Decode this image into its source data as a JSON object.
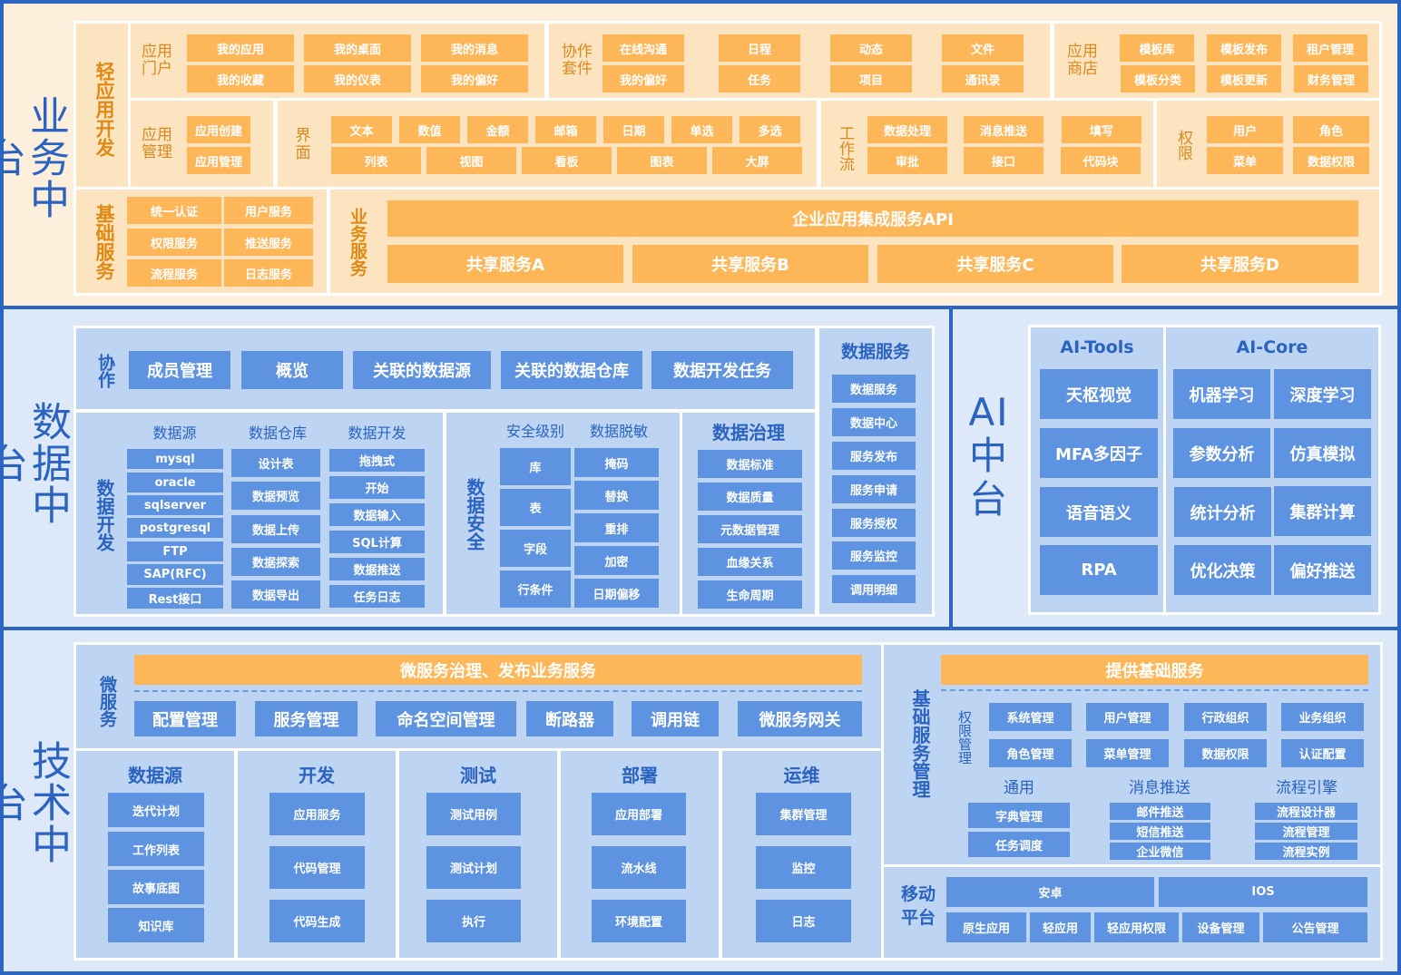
{
  "colors": {
    "frame": "#2b67c2",
    "orange_box": "#fdb658",
    "blue_box": "#5d93e0",
    "orange_bg": "#fdefdc",
    "blue_bg": "#dde8f8"
  },
  "biz": {
    "title": "业务中台",
    "light_app": {
      "title": "轻应用开发",
      "portal": {
        "label": "应用门户",
        "items": [
          "我的应用",
          "我的桌面",
          "我的消息",
          "我的收藏",
          "我的仪表",
          "我的偏好"
        ]
      },
      "collab": {
        "label": "协作套件",
        "items": [
          "在线沟通",
          "日程",
          "动态",
          "文件",
          "我的偏好",
          "任务",
          "项目",
          "通讯录"
        ]
      },
      "store": {
        "label": "应用商店",
        "items": [
          "模板库",
          "模板发布",
          "租户管理",
          "模板分类",
          "模板更新",
          "财务管理"
        ]
      },
      "manage": {
        "label": "应用管理",
        "items": [
          "应用创建",
          "应用管理"
        ]
      },
      "ui": {
        "label": "界面",
        "row1": [
          "文本",
          "数值",
          "金额",
          "邮箱",
          "日期",
          "单选",
          "多选"
        ],
        "row2": [
          "列表",
          "视图",
          "看板",
          "图表",
          "大屏"
        ]
      },
      "workflow": {
        "label": "工作流",
        "items": [
          "数据处理",
          "消息推送",
          "填写",
          "审批",
          "接口",
          "代码块"
        ]
      },
      "perm": {
        "label": "权限",
        "items": [
          "用户",
          "角色",
          "菜单",
          "数据权限"
        ]
      }
    },
    "base": {
      "title": "基础服务",
      "items": [
        "统一认证",
        "用户服务",
        "权限服务",
        "推送服务",
        "流程服务",
        "日志服务"
      ]
    },
    "service": {
      "title": "业务服务",
      "api": "企业应用集成服务API",
      "shared": [
        "共享服务A",
        "共享服务B",
        "共享服务C",
        "共享服务D"
      ]
    }
  },
  "data": {
    "title": "数据中台",
    "collab": {
      "title": "协作",
      "items": [
        "成员管理",
        "概览",
        "关联的数据源",
        "关联的数据仓库",
        "数据开发任务"
      ]
    },
    "dev": {
      "title": "数据开发",
      "sources": {
        "label": "数据源",
        "items": [
          "mysql",
          "oracle",
          "sqlserver",
          "postgresql",
          "FTP",
          "SAP(RFC)",
          "Rest接口"
        ]
      },
      "warehouse": {
        "label": "数据仓库",
        "items": [
          "设计表",
          "数据预览",
          "数据上传",
          "数据探索",
          "数据导出"
        ]
      },
      "develop": {
        "label": "数据开发",
        "items": [
          "拖拽式",
          "开始",
          "数据输入",
          "SQL计算",
          "数据推送",
          "任务日志"
        ]
      }
    },
    "security": {
      "title": "数据安全",
      "level": {
        "label": "安全级别",
        "items": [
          "库",
          "表",
          "字段",
          "行条件"
        ]
      },
      "mask": {
        "label": "数据脱敏",
        "items": [
          "掩码",
          "替换",
          "重排",
          "加密",
          "日期偏移"
        ]
      }
    },
    "governance": {
      "title": "数据治理",
      "items": [
        "数据标准",
        "数据质量",
        "元数据管理",
        "血缘关系",
        "生命周期"
      ]
    },
    "service": {
      "title": "数据服务",
      "items": [
        "数据服务",
        "数据中心",
        "服务发布",
        "服务申请",
        "服务授权",
        "服务监控",
        "调用明细"
      ]
    }
  },
  "ai": {
    "title": "AI中台",
    "tools": {
      "title": "AI-Tools",
      "items": [
        "天枢视觉",
        "MFA多因子",
        "语音语义",
        "RPA"
      ]
    },
    "core": {
      "title": "AI-Core",
      "items": [
        "机器学习",
        "深度学习",
        "参数分析",
        "仿真模拟",
        "统计分析",
        "集群计算",
        "优化决策",
        "偏好推送"
      ]
    }
  },
  "tech": {
    "title": "技术中台",
    "micro": {
      "title": "微服务",
      "banner": "微服务治理、发布业务服务",
      "items": [
        "配置管理",
        "服务管理",
        "命名空间管理",
        "断路器",
        "调用链",
        "微服务网关"
      ]
    },
    "cols": [
      {
        "label": "数据源",
        "items": [
          "迭代计划",
          "工作列表",
          "故事底图",
          "知识库"
        ]
      },
      {
        "label": "开发",
        "items": [
          "应用服务",
          "代码管理",
          "代码生成"
        ]
      },
      {
        "label": "测试",
        "items": [
          "测试用例",
          "测试计划",
          "执行"
        ]
      },
      {
        "label": "部署",
        "items": [
          "应用部署",
          "流水线",
          "环境配置"
        ]
      },
      {
        "label": "运维",
        "items": [
          "集群管理",
          "监控",
          "日志"
        ]
      }
    ],
    "basesvc": {
      "title": "基础服务管理",
      "banner": "提供基础服务",
      "perm": {
        "label": "权限管理",
        "items": [
          "系统管理",
          "用户管理",
          "行政组织",
          "业务组织",
          "角色管理",
          "菜单管理",
          "数据权限",
          "认证配置"
        ]
      },
      "common": {
        "label": "通用",
        "items": [
          "字典管理",
          "任务调度"
        ]
      },
      "msg": {
        "label": "消息推送",
        "items": [
          "邮件推送",
          "短信推送",
          "企业微信"
        ]
      },
      "flow": {
        "label": "流程引擎",
        "items": [
          "流程设计器",
          "流程管理",
          "流程实例"
        ]
      }
    },
    "mobile": {
      "title": "移动平台",
      "os": [
        "安卓",
        "IOS"
      ],
      "items": [
        "原生应用",
        "轻应用",
        "轻应用权限",
        "设备管理",
        "公告管理"
      ]
    }
  }
}
